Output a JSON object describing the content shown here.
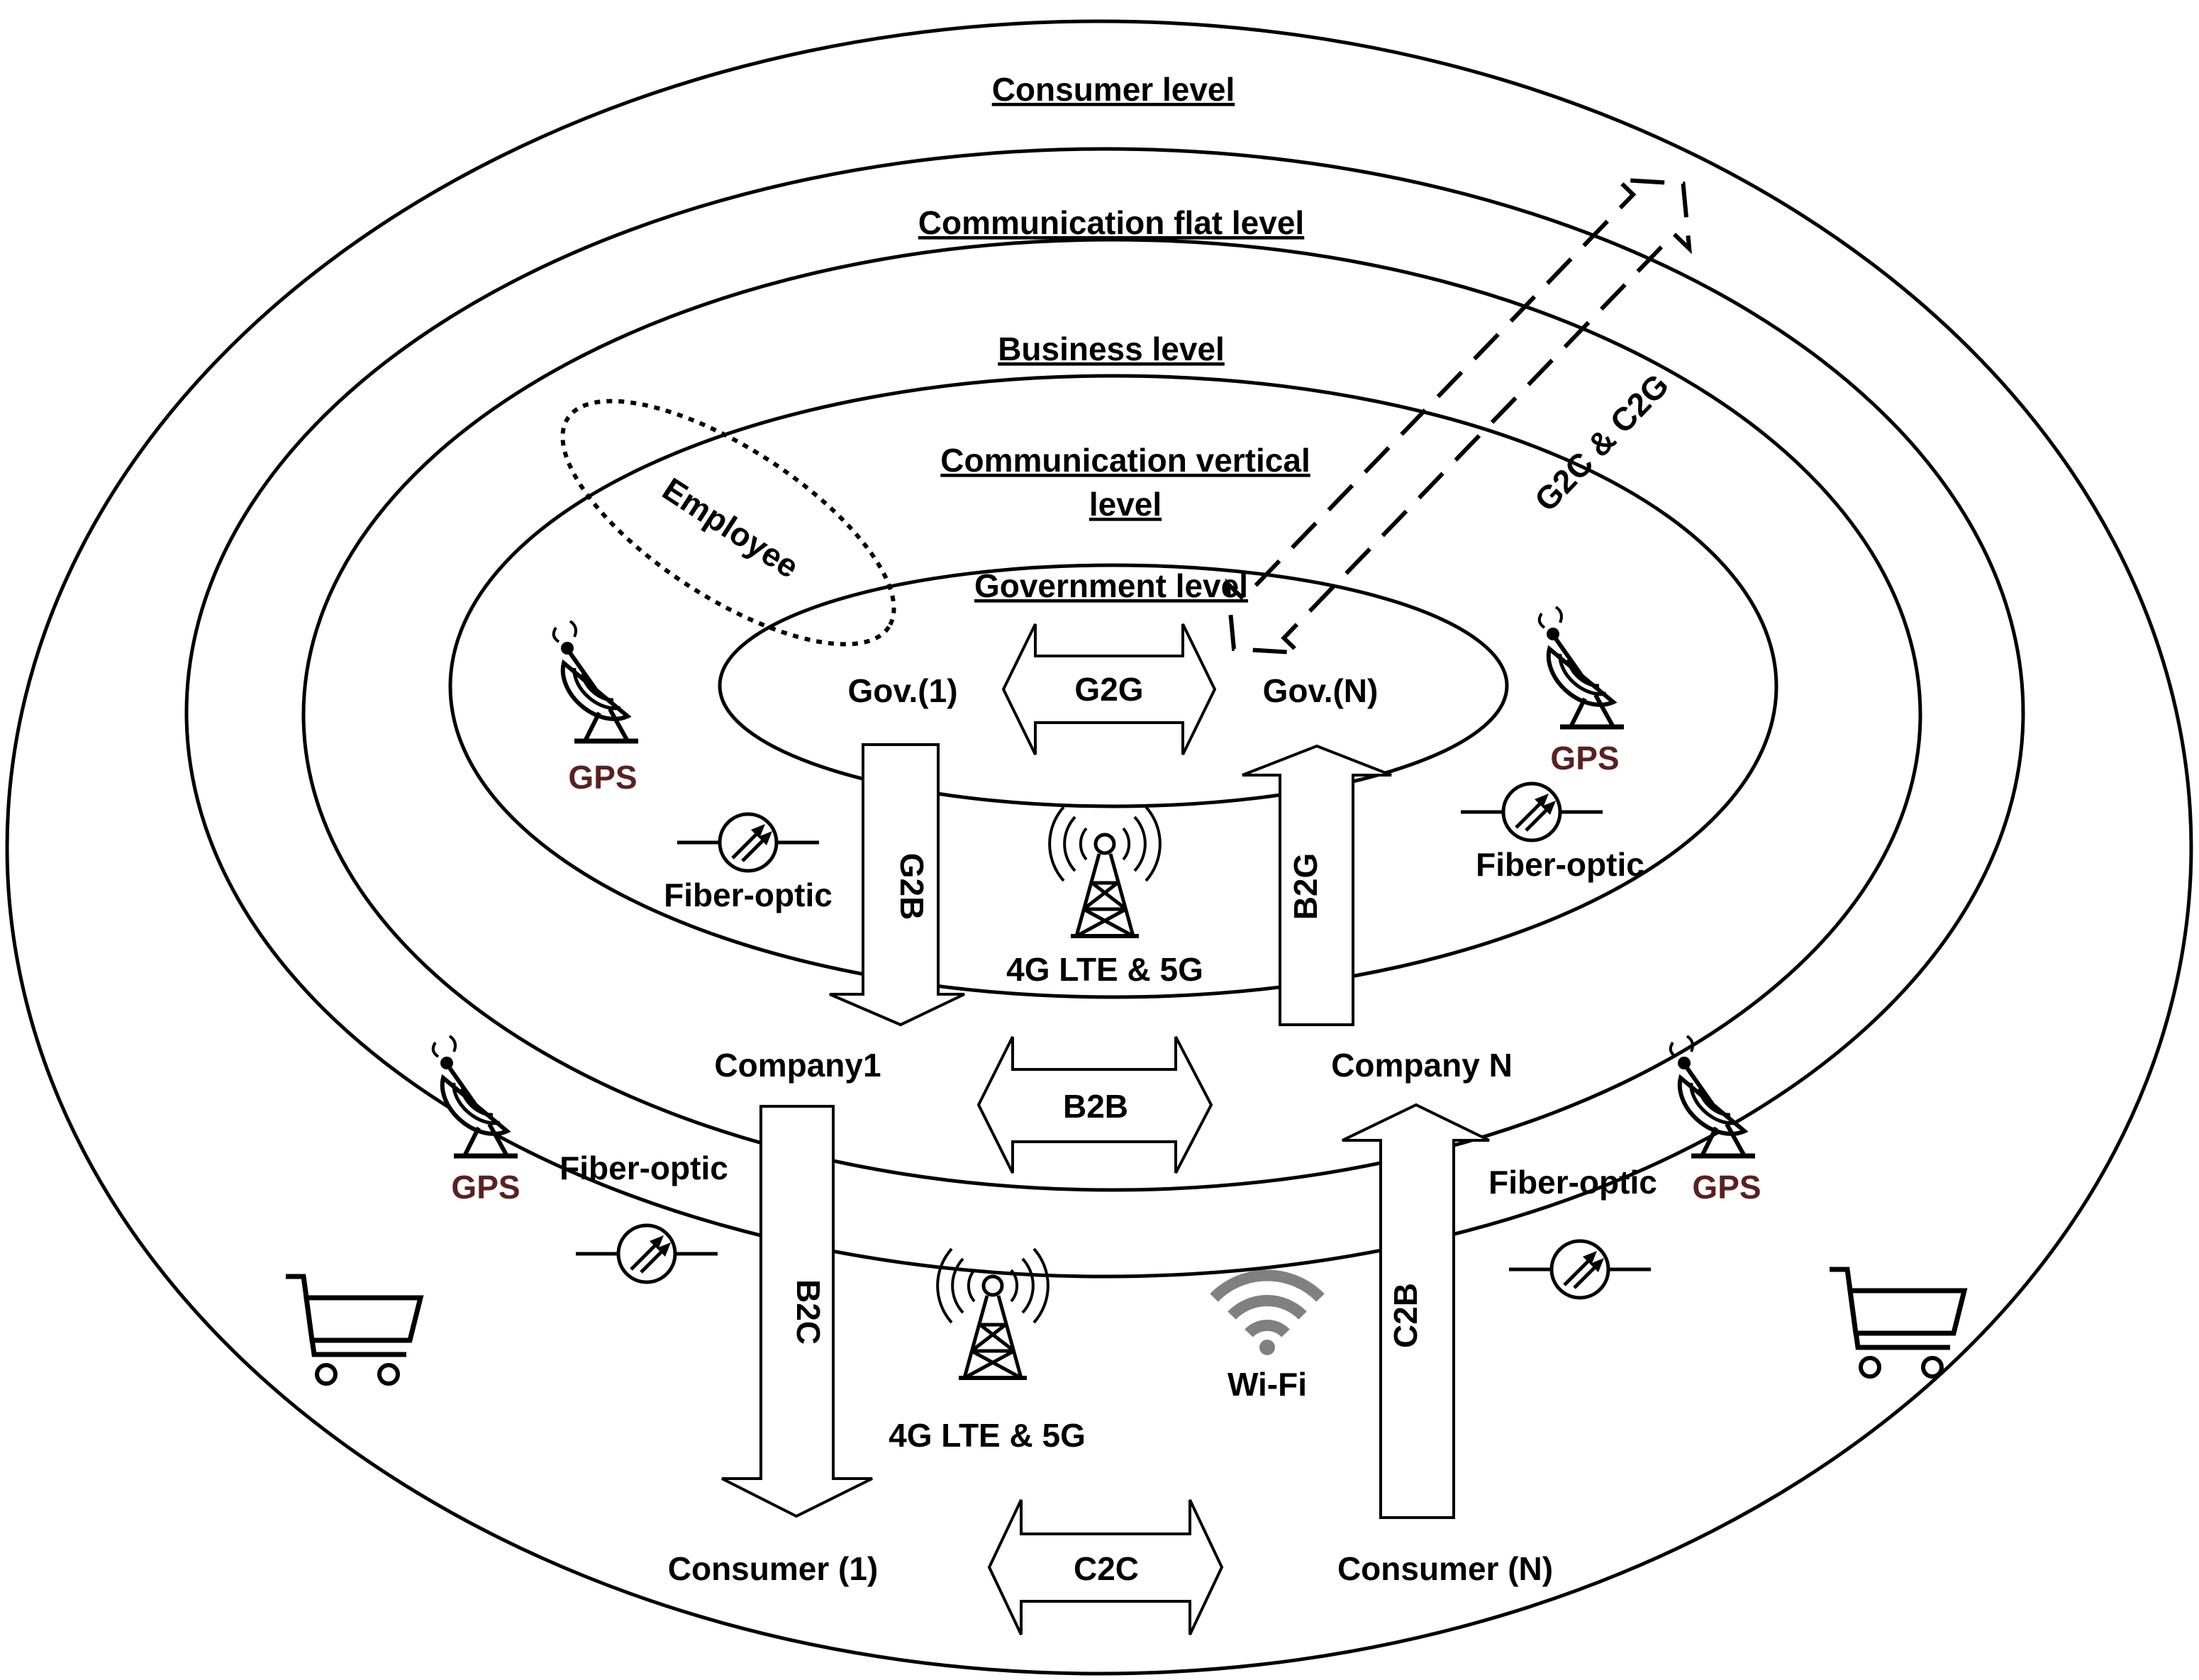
{
  "levels": {
    "consumer": "Consumer level",
    "comm_flat": "Communication flat level",
    "business": "Business level",
    "comm_vertical_line1": "Communication vertical",
    "comm_vertical_line2": "level",
    "government": "Government level"
  },
  "entities": {
    "gov_1": "Gov.(1)",
    "gov_n": "Gov.(N)",
    "company_1": "Company1",
    "company_n": "Company N",
    "consumer_1": "Consumer (1)",
    "consumer_n": "Consumer (N)",
    "employee": "Employee"
  },
  "flows": {
    "g2g": "G2G",
    "g2b": "G2B",
    "b2g": "B2G",
    "b2b": "B2B",
    "b2c": "B2C",
    "c2b": "C2B",
    "c2c": "C2C",
    "g2c_c2g": "G2C & C2G"
  },
  "tech": {
    "gps": "GPS",
    "fiber": "Fiber-optic",
    "cellular": "4G LTE & 5G",
    "wifi": "Wi-Fi"
  },
  "colors": {
    "gps_label": "#5a2020",
    "wifi_icon": "#808080",
    "line": "#000000"
  },
  "icons": [
    "satellite-dish-icon",
    "fiber-optic-icon",
    "cell-tower-icon",
    "wifi-icon",
    "shopping-cart-icon"
  ]
}
